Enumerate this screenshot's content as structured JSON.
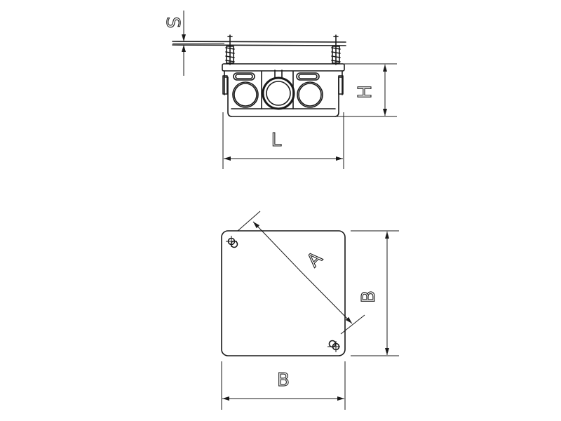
{
  "labels": {
    "s": "S",
    "h": "H",
    "l": "L",
    "a": "A",
    "b_side": "B",
    "b_bottom": "B"
  }
}
